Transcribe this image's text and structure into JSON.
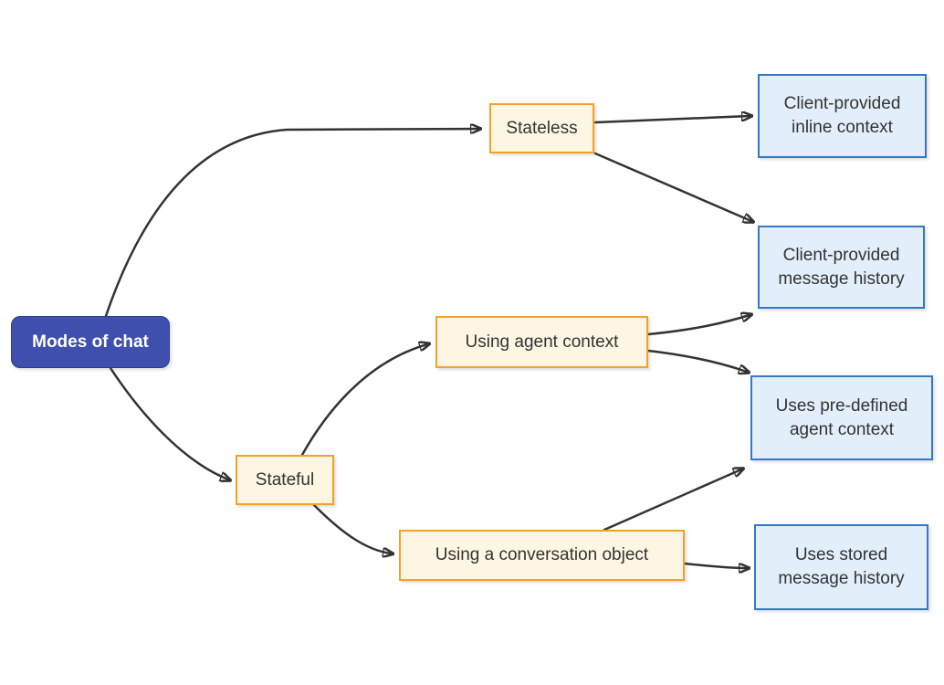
{
  "diagram": {
    "nodes": {
      "root": {
        "label": "Modes of chat"
      },
      "stateless": {
        "label": "Stateless"
      },
      "stateful": {
        "label": "Stateful"
      },
      "using_agent_context": {
        "label": "Using agent context"
      },
      "using_conversation_object": {
        "label": "Using a conversation object"
      },
      "inline_context": {
        "label": "Client-provided inline context"
      },
      "message_history": {
        "label": "Client-provided message history"
      },
      "pre_defined_context": {
        "label": "Uses pre-defined agent context"
      },
      "stored_history": {
        "label": "Uses stored message history"
      }
    },
    "edges": [
      {
        "from": "Modes of chat",
        "to": "Stateless"
      },
      {
        "from": "Modes of chat",
        "to": "Stateful"
      },
      {
        "from": "Stateless",
        "to": "Client-provided inline context"
      },
      {
        "from": "Stateless",
        "to": "Client-provided message history"
      },
      {
        "from": "Stateful",
        "to": "Using agent context"
      },
      {
        "from": "Stateful",
        "to": "Using a conversation object"
      },
      {
        "from": "Using agent context",
        "to": "Client-provided message history"
      },
      {
        "from": "Using agent context",
        "to": "Uses pre-defined agent context"
      },
      {
        "from": "Using a conversation object",
        "to": "Uses pre-defined agent context"
      },
      {
        "from": "Using a conversation object",
        "to": "Uses stored message history"
      }
    ],
    "colors": {
      "root_fill": "#3E4FAE",
      "root_border": "#2E3C8E",
      "root_text": "#FFFFFF",
      "branch_fill": "#FDF6E3",
      "branch_border": "#F5A126",
      "leaf_fill": "#E2EFFB",
      "leaf_border": "#3478C7",
      "edge": "#333333",
      "node_text": "#333333"
    }
  }
}
